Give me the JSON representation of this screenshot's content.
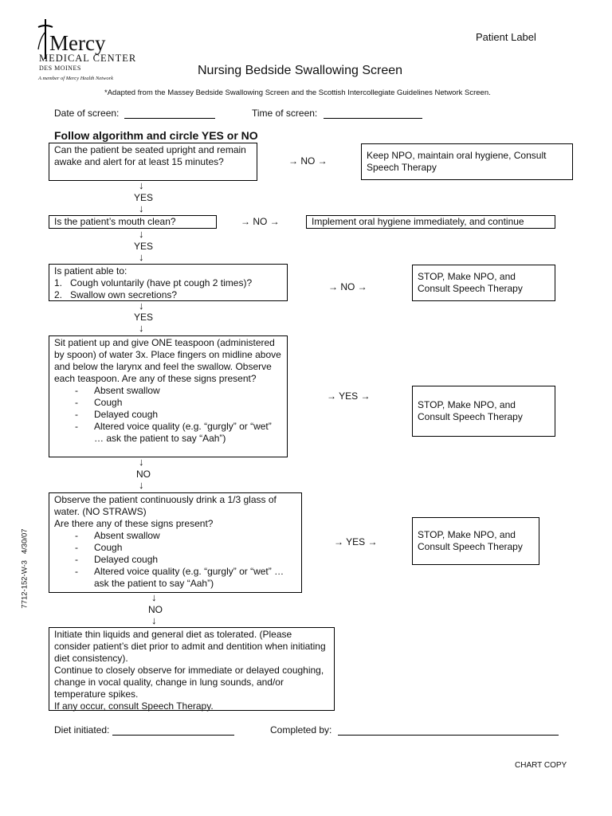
{
  "header": {
    "logo_name": "Mercy",
    "logo_sub": "MEDICAL CENTER",
    "logo_city": "DES MOINES",
    "logo_tagline": "A member of Mercy Health Network",
    "patient_label": "Patient Label",
    "title": "Nursing Bedside Swallowing Screen",
    "adapted_note": "*Adapted from the Massey Bedside Swallowing Screen and the Scottish Intercollegiate Guidelines Network Screen."
  },
  "fields": {
    "date_label": "Date of screen:",
    "time_label": "Time of screen:",
    "diet_label": "Diet initiated:",
    "completed_label": "Completed by:"
  },
  "instruction": "Follow algorithm and circle YES or NO",
  "arrow_down": "↓",
  "steps": {
    "s1": "Can the patient be seated upright and remain awake and alert for at least 15 minutes?",
    "s1_branch": "→ NO →",
    "s1_result": "Keep NPO, maintain oral hygiene, Consult Speech Therapy",
    "yes1": "YES",
    "s2": "Is the patient’s mouth clean?",
    "s2_branch": "→ NO →",
    "s2_result": "Implement oral hygiene immediately, and continue",
    "yes2": "YES",
    "s3_intro": "Is patient able to:",
    "s3_items": [
      {
        "num": "1.",
        "text": "Cough voluntarily (have pt cough 2 times)?"
      },
      {
        "num": "2.",
        "text": "Swallow own secretions?"
      }
    ],
    "s3_branch": "→ NO →",
    "s3_result": "STOP, Make NPO, and Consult Speech Therapy",
    "yes3": "YES",
    "s4_intro": "Sit patient up and give ONE teaspoon (administered by spoon) of water 3x. Place fingers on midline above and below the larynx and feel the swallow. Observe each teaspoon. Are any of these signs present?",
    "s4_signs": [
      "Absent swallow",
      "Cough",
      "Delayed cough",
      "Altered voice quality (e.g. “gurgly” or “wet” … ask the patient to say “Aah”)"
    ],
    "s4_branch": "→ YES →",
    "s4_result": "STOP, Make NPO, and Consult Speech Therapy",
    "no4": "NO",
    "s5_intro": "Observe the patient continuously drink a 1/3 glass of water. (NO STRAWS)\nAre there any of these signs present?",
    "s5_signs": [
      "Absent swallow",
      "Cough",
      "Delayed cough",
      "Altered voice quality (e.g. “gurgly” or “wet” … ask the patient to say “Aah”)"
    ],
    "s5_branch": "→ YES →",
    "s5_result": "STOP, Make NPO, and Consult Speech Therapy",
    "no5": "NO",
    "s6": "Initiate thin liquids and general diet as tolerated. (Please consider patient’s diet prior to admit and dentition when initiating diet consistency).\nContinue to closely observe for immediate or delayed coughing, change in vocal quality, change in lung sounds, and/or temperature spikes.\nIf any occur, consult Speech Therapy."
  },
  "footer": {
    "form_code": "7712-152-W-3   4/30/07",
    "chart_copy": "CHART COPY"
  }
}
